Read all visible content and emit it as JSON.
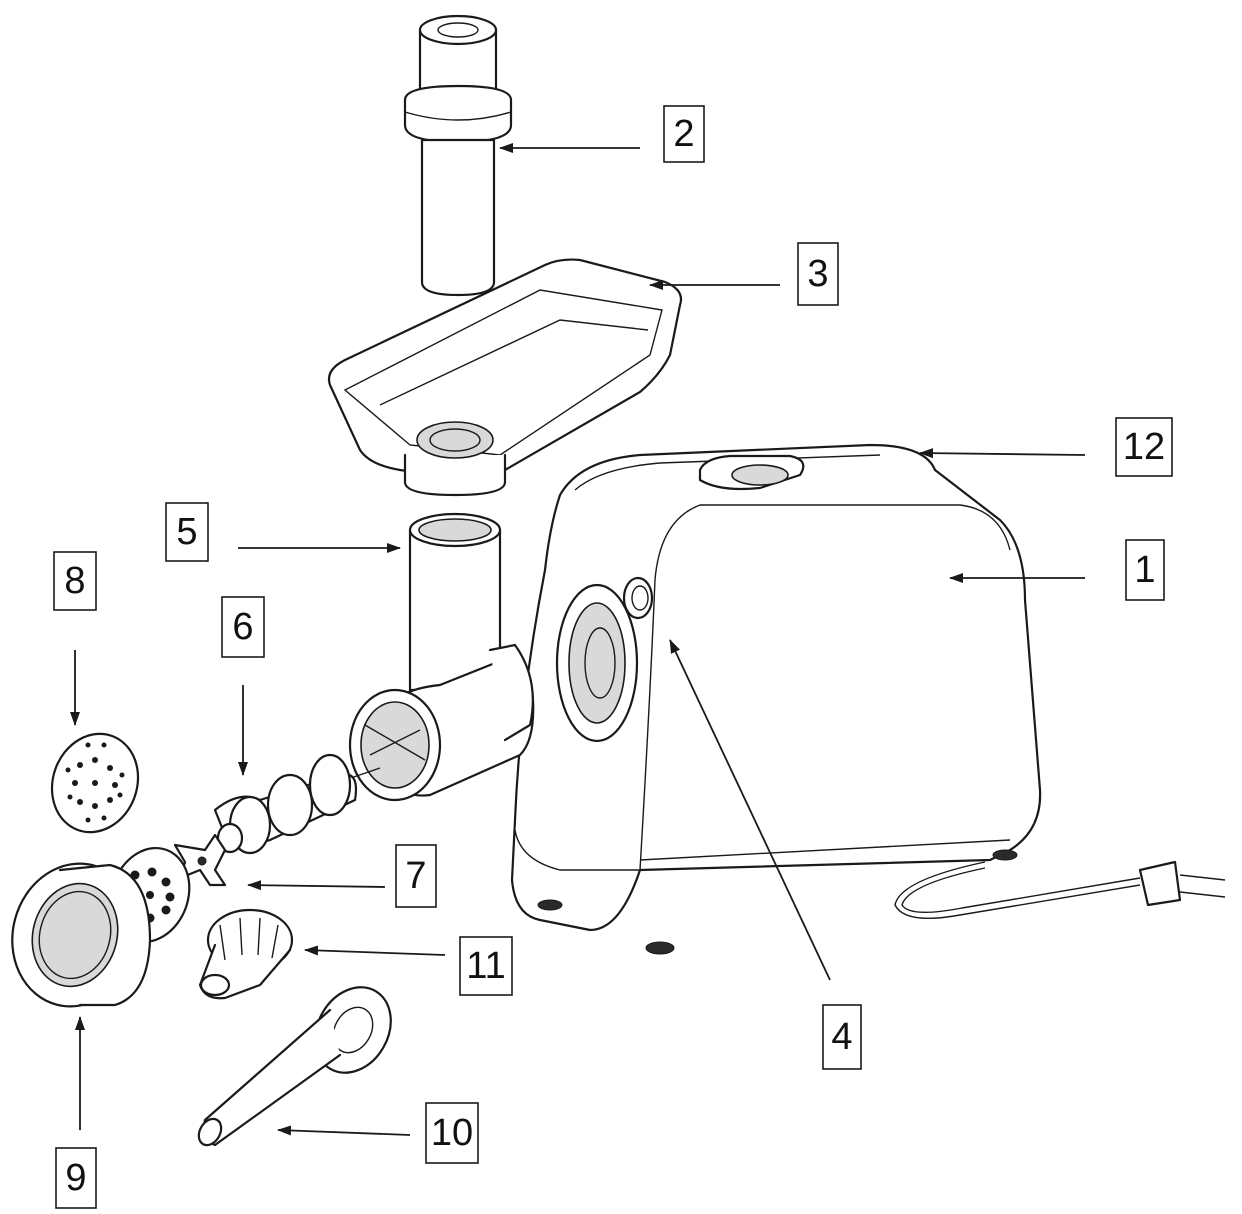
{
  "labels": {
    "p1": "1",
    "p2": "2",
    "p3": "3",
    "p4": "4",
    "p5": "5",
    "p6": "6",
    "p7": "7",
    "p8": "8",
    "p9": "9",
    "p10": "10",
    "p11": "11",
    "p12": "12"
  },
  "colors": {
    "line": "#1a1a1a",
    "background": "#ffffff",
    "shade": "#d9d9d9"
  }
}
